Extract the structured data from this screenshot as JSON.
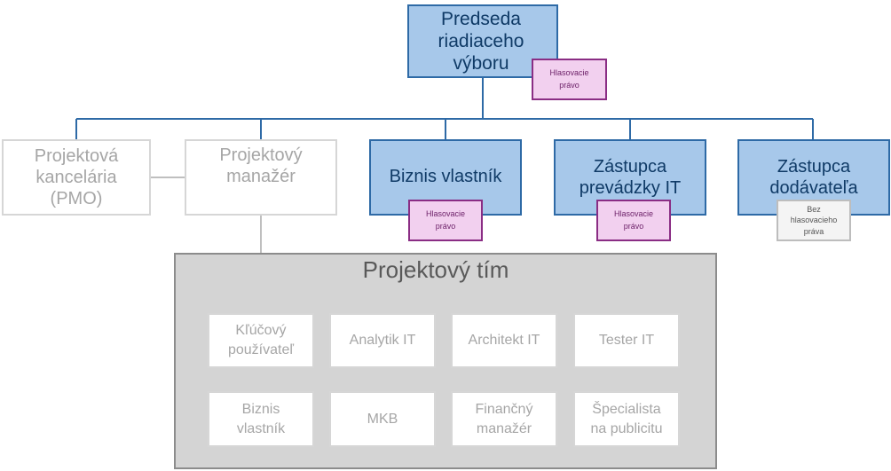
{
  "colors": {
    "governance_fill": "#a7c8ea",
    "governance_border": "#2e6aa6",
    "connector_blue": "#2e6aa6",
    "connector_gray": "#bfbfbf",
    "voting_fill": "#f2d0ef",
    "voting_border": "#8a2d84",
    "team_frame_fill": "#d4d4d4"
  },
  "steering": {
    "chair": {
      "label": "Predseda\nriadiaceho\nvýboru",
      "vote": "Hlasovacie\nprávo"
    },
    "business_owner": {
      "label": "Biznis vlastník",
      "vote": "Hlasovacie\nprávo"
    },
    "it_operations": {
      "label": "Zástupca\nprevádzky IT",
      "vote": "Hlasovacie\nprávo"
    },
    "supplier": {
      "label": "Zástupca\ndodávateľa",
      "vote": "Bez\nhlasovacieho\npráva"
    }
  },
  "management": {
    "pmo": "Projektová\nkancelária\n(PMO)",
    "project_manager": "Projektový\nmanažér"
  },
  "team": {
    "title": "Projektový tím",
    "top_row": [
      "Kľúčový\npoužívateľ",
      "Analytik IT",
      "Architekt IT",
      "Tester IT"
    ],
    "bottom_row": [
      "Biznis\nvlastník",
      "MKB",
      "Finančný\nmanažér",
      "Špecialista\nna publicitu"
    ]
  }
}
